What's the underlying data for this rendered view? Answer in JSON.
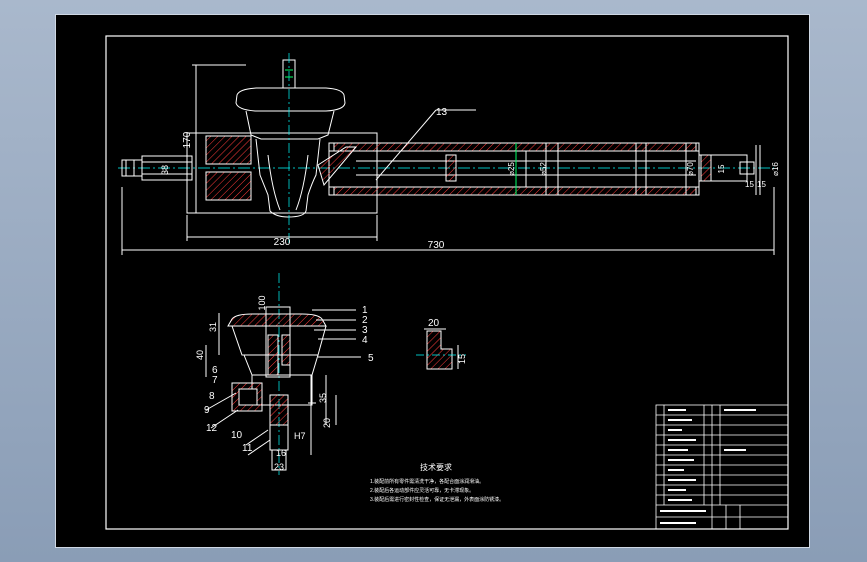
{
  "colors": {
    "background_outer": "#9aabc3",
    "sheet": "#000000",
    "line": "#ffffff",
    "hatch": "#ff3b3b",
    "center": "#00ffff",
    "accent_green": "#00ff66"
  },
  "main_view": {
    "overall_length": "730",
    "left_length": "230",
    "height": "170",
    "left_dim": "38",
    "right_dim_a": "15",
    "right_dim_b": "15",
    "dia_25": "⌀25",
    "dia_52": "⌀52",
    "dia_70": "⌀70",
    "dia_16": "⌀16",
    "dim_15": "15",
    "leader_13": "13"
  },
  "section_view": {
    "dims_left": [
      "100",
      "31",
      "40"
    ],
    "dims_right": [
      "35",
      "20"
    ],
    "dims_bottom": [
      "16",
      "23",
      "H7"
    ],
    "callouts": [
      "1",
      "2",
      "3",
      "4",
      "5",
      "6",
      "7",
      "8",
      "9",
      "10",
      "11",
      "12"
    ]
  },
  "detail_view": {
    "dim_top": "20",
    "dim_side": "15"
  },
  "notes": {
    "title": "技术要求",
    "lines": [
      "1.装配前所有零件需清洗干净，各配合面涂润滑油。",
      "2.装配后各运动部件应灵活可靠，无卡滞现象。",
      "3.装配后需进行密封性检查，保证无泄漏，外表面涂防锈漆。"
    ]
  }
}
